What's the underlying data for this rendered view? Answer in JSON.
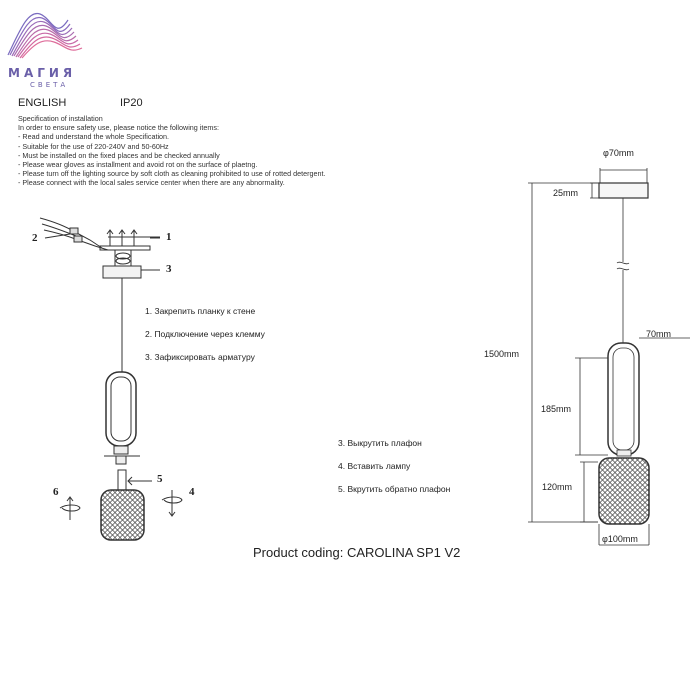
{
  "logo": {
    "brand": "МАГИЯ",
    "tagline": "СВЕТА"
  },
  "header": {
    "language": "ENGLISH",
    "ip_rating": "IP20"
  },
  "spec": {
    "lines": [
      "Specification of installation",
      "In order to ensure safety use, please notice the following items:",
      "- Read and understand the whole Specification.",
      "- Suitable for the use of 220-240V and 50-60Hz",
      "- Must be installed on the fixed places and be checked annually",
      "- Please wear gloves as installment and avoid rot on the surface of plaetng.",
      "- Please turn off the lighting source by soft cloth as cleaning prohibited to use of rotted detergent.",
      "- Please connect with the local sales service center when there are any abnormality."
    ]
  },
  "install_steps": [
    "1. Закрепить планку к стене",
    "2. Подключение через клемму",
    "3. Зафиксировать арматуру"
  ],
  "lamp_steps": [
    "3. Выкрутить плафон",
    "4. Вставить лампу",
    "5. Вкрутить обратно плафон"
  ],
  "callouts": {
    "n1": "1",
    "n2": "2",
    "n3": "3",
    "n4": "4",
    "n5": "5",
    "n6": "6"
  },
  "dimensions": {
    "canopy_diameter": "φ70mm",
    "canopy_height": "25mm",
    "total_length": "1500mm",
    "frame_width": "70mm",
    "frame_height": "185mm",
    "shade_height": "120mm",
    "shade_diameter": "φ100mm"
  },
  "product_coding": "Product coding: CAROLINA SP1 V2",
  "colors": {
    "logo_purple": "#6a5fa8",
    "logo_pink": "#c86aa8",
    "line": "#333333"
  }
}
